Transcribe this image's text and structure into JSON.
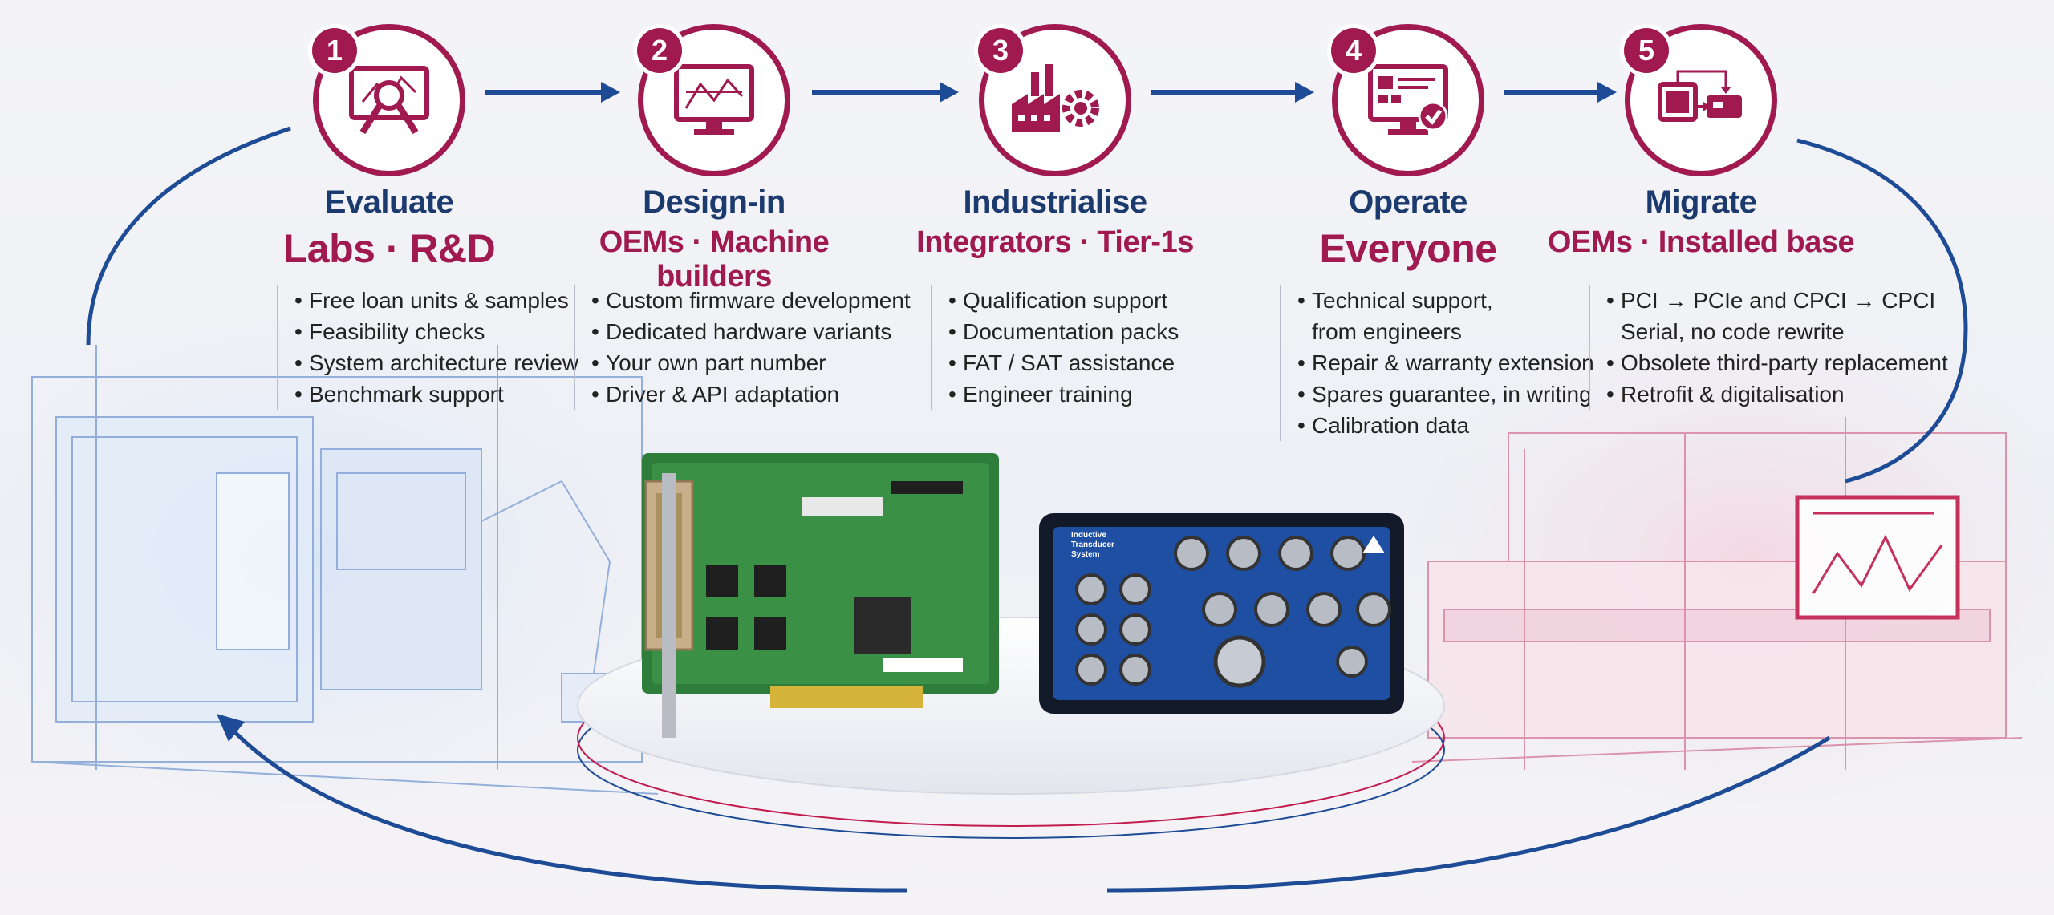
{
  "colors": {
    "accent": "#a01a50",
    "navy": "#1b3a6e",
    "arrow": "#1e4b95",
    "text": "#222222"
  },
  "stages": [
    {
      "number": "1",
      "title": "Evaluate",
      "audience": "Labs · R&D",
      "icon": "monitor-magnifier-icon",
      "bullets": [
        "Free loan units & samples",
        "Feasibility checks",
        "System architecture review",
        "Benchmark support"
      ]
    },
    {
      "number": "2",
      "title": "Design-in",
      "audience": "OEMs · Machine builders",
      "icon": "design-monitor-icon",
      "bullets": [
        "Custom firmware development",
        "Dedicated hardware variants",
        "Your own part number",
        "Driver & API adaptation"
      ]
    },
    {
      "number": "3",
      "title": "Industrialise",
      "audience": "Integrators · Tier-1s",
      "icon": "factory-gear-icon",
      "bullets": [
        "Qualification support",
        "Documentation packs",
        "FAT / SAT assistance",
        "Engineer training"
      ]
    },
    {
      "number": "4",
      "title": "Operate",
      "audience": "Everyone",
      "icon": "monitor-check-icon",
      "bullets": [
        "Technical support,",
        "from engineers",
        "Repair & warranty extension",
        "Spares guarantee, in writing",
        "Calibration data"
      ]
    },
    {
      "number": "5",
      "title": "Migrate",
      "audience": "OEMs · Installed base",
      "icon": "card-migration-icon",
      "bullets": [
        "PCI → PCIe and CPCI → CPCI",
        "Serial, no code rewrite",
        "Obsolete third-party replacement",
        "Retrofit & digitalisation"
      ]
    }
  ],
  "products": {
    "module_label": "Inductive Transducer System"
  }
}
